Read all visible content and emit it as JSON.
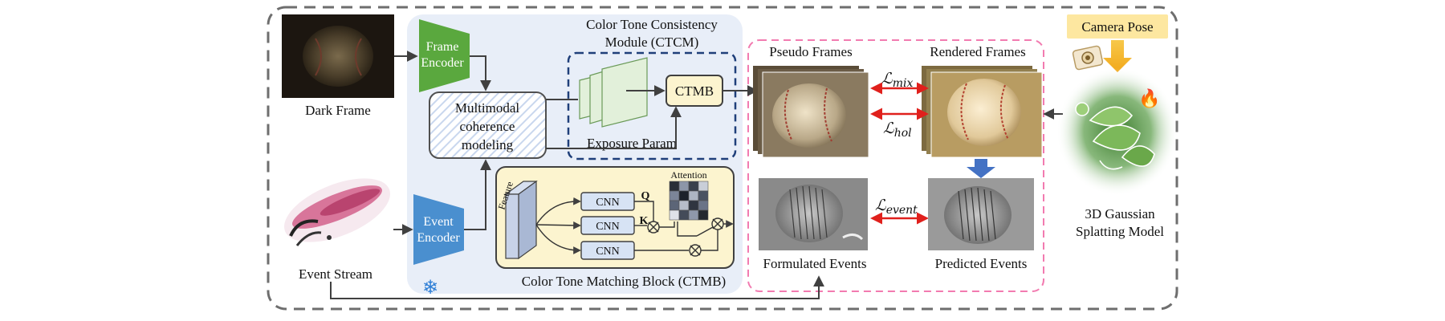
{
  "labels": {
    "dark_frame": "Dark Frame",
    "event_stream": "Event Stream",
    "frame_encoder_l1": "Frame",
    "frame_encoder_l2": "Encoder",
    "event_encoder_l1": "Event",
    "event_encoder_l2": "Encoder",
    "ctcm_l1": "Color Tone Consistency",
    "ctcm_l2": "Module (CTCM)",
    "multimodal_l1": "Multimodal",
    "multimodal_l2": "coherence",
    "multimodal_l3": "modeling",
    "ctmb": "CTMB",
    "exposure_param": "Exposure Param",
    "ctmb_block": "Color Tone Matching Block (CTMB)",
    "feature": "Feature",
    "attention": "Attention",
    "cnn": "CNN",
    "q": "Q",
    "k": "K",
    "pseudo_frames": "Pseudo Frames",
    "rendered_frames": "Rendered Frames",
    "formulated_events": "Formulated Events",
    "predicted_events": "Predicted Events",
    "camera_pose": "Camera Pose",
    "gaussian_l1": "3D Gaussian",
    "gaussian_l2": "Splatting Model",
    "loss_symbol": "ℒ",
    "loss_mix": "mix",
    "loss_hol": "hol",
    "loss_event": "event"
  },
  "icons": {
    "freeze": "❄",
    "fire": "🔥"
  },
  "colors": {
    "encoder_green": "#5aa83e",
    "encoder_blue": "#4a8fcf",
    "ctcm_bg": "#e8eef8",
    "ctmb_box": "#fcf4cf",
    "loss_arrow": "#e0201c",
    "pink_dash": "#f27bb0",
    "camera_pose_bg": "#fde7a0",
    "pose_arrow": "#f2b522",
    "down_arrow": "#4472c4"
  }
}
